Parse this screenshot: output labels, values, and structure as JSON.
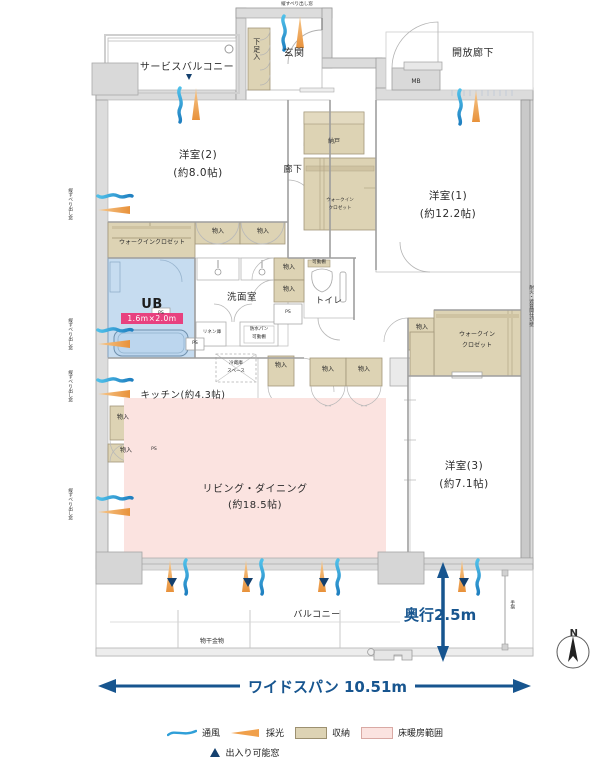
{
  "title": "マンション間取り図",
  "rooms": {
    "service_balcony": "サービスバルコニー",
    "entrance": "玄関",
    "shoe_box": "下足入",
    "open_corridor": "開放廊下",
    "meter_box": "MB",
    "western_room_2": "洋室(2)",
    "western_room_2_size": "(約8.0帖)",
    "western_room_1": "洋室(1)",
    "western_room_1_size": "(約12.2帖)",
    "western_room_3": "洋室(3)",
    "western_room_3_size": "(約7.1帖)",
    "corridor": "廊下",
    "storage_nando": "納戸",
    "wic_1": "ウォークインクロゼット",
    "wic_2_line1": "ウォークイン",
    "wic_2_line2": "クロゼット",
    "wic_3_line1": "ウォークイン",
    "wic_3_line2": "クロゼット",
    "washroom": "洗面室",
    "unit_bath": "UB",
    "unit_bath_size": "1.6m×2.0m",
    "toilet": "トイレ",
    "kitchen": "キッチン(約4.3帖)",
    "living_dining": "リビング・ダイニング",
    "living_dining_size": "(約18.5帖)",
    "balcony": "バルコニー",
    "laundry_pole": "物干金物",
    "closet": "物入",
    "ps": "PS",
    "linen": "リネン庫",
    "washer_pan_line1": "防水パン",
    "washer_pan_line2": "可動棚",
    "movable_shelf": "可動棚",
    "fridge_line1": "冷蔵庫",
    "fridge_line2": "スペース",
    "partition_wall": "耐火・遮音間仕切壁",
    "casement_window": "縦すべり出し窓",
    "handrail": "手摺"
  },
  "dimensions": {
    "wide_span": "ワイドスパン 10.51m",
    "depth": "奥行2.5m"
  },
  "compass": {
    "north": "N"
  },
  "legend": {
    "ventilation": "通風",
    "daylight": "採光",
    "storage": "収納",
    "floor_heating": "床暖房範囲",
    "openable_window": "出入り可能窓"
  },
  "colors": {
    "storage_fill": "#ddd3b4",
    "floor_heating_fill": "#fbe3e0",
    "ventilation": "#2f9fd8",
    "daylight": "#f0a04b",
    "dimension": "#17558f",
    "bath_fill": "#c6dcf0",
    "wall": "#d8d8d8"
  }
}
